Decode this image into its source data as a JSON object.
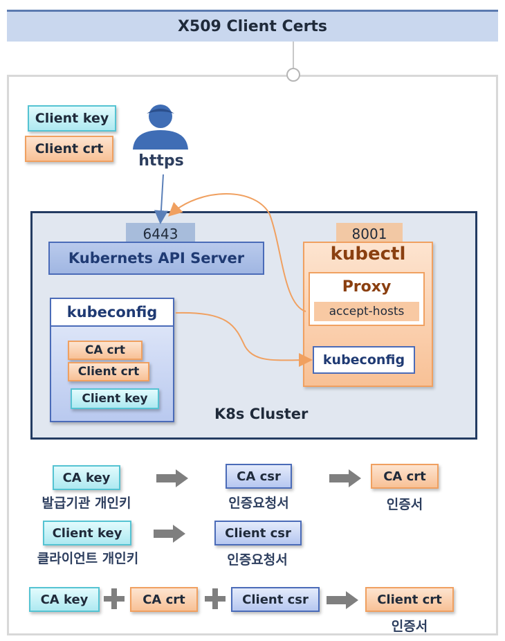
{
  "title": "X509 Client Certs",
  "user": {
    "label": "https"
  },
  "top_docs": {
    "client_key": "Client key",
    "client_crt": "Client crt"
  },
  "cluster": {
    "label": "K8s Cluster",
    "api_port": "6443",
    "api_server": "Kubernets API Server",
    "kubeconfig": {
      "title": "kubeconfig",
      "ca_crt": "CA crt",
      "client_crt": "Client crt",
      "client_key": "Client key"
    },
    "kubectl": {
      "port": "8001",
      "title": "kubectl",
      "proxy": "Proxy",
      "accept_hosts": "accept-hosts",
      "kubeconfig": "kubeconfig"
    }
  },
  "flow1": {
    "ca_key": "CA key",
    "ca_key_desc": "발급기관 개인키",
    "ca_csr": "CA csr",
    "ca_csr_desc": "인증요청서",
    "ca_crt": "CA crt",
    "ca_crt_desc": "인증서"
  },
  "flow2": {
    "client_key": "Client key",
    "client_key_desc": "클라이언트 개인키",
    "client_csr": "Client csr",
    "client_csr_desc": "인증요청서"
  },
  "flow3": {
    "ca_key": "CA key",
    "ca_crt": "CA crt",
    "client_csr": "Client csr",
    "client_crt": "Client crt",
    "client_crt_desc": "인증서"
  },
  "colors": {
    "cyan": "#aee9f1",
    "orange": "#f8c196",
    "blue": "#b6c7f0",
    "navy": "#233b62",
    "arrow": "#f0a060"
  }
}
